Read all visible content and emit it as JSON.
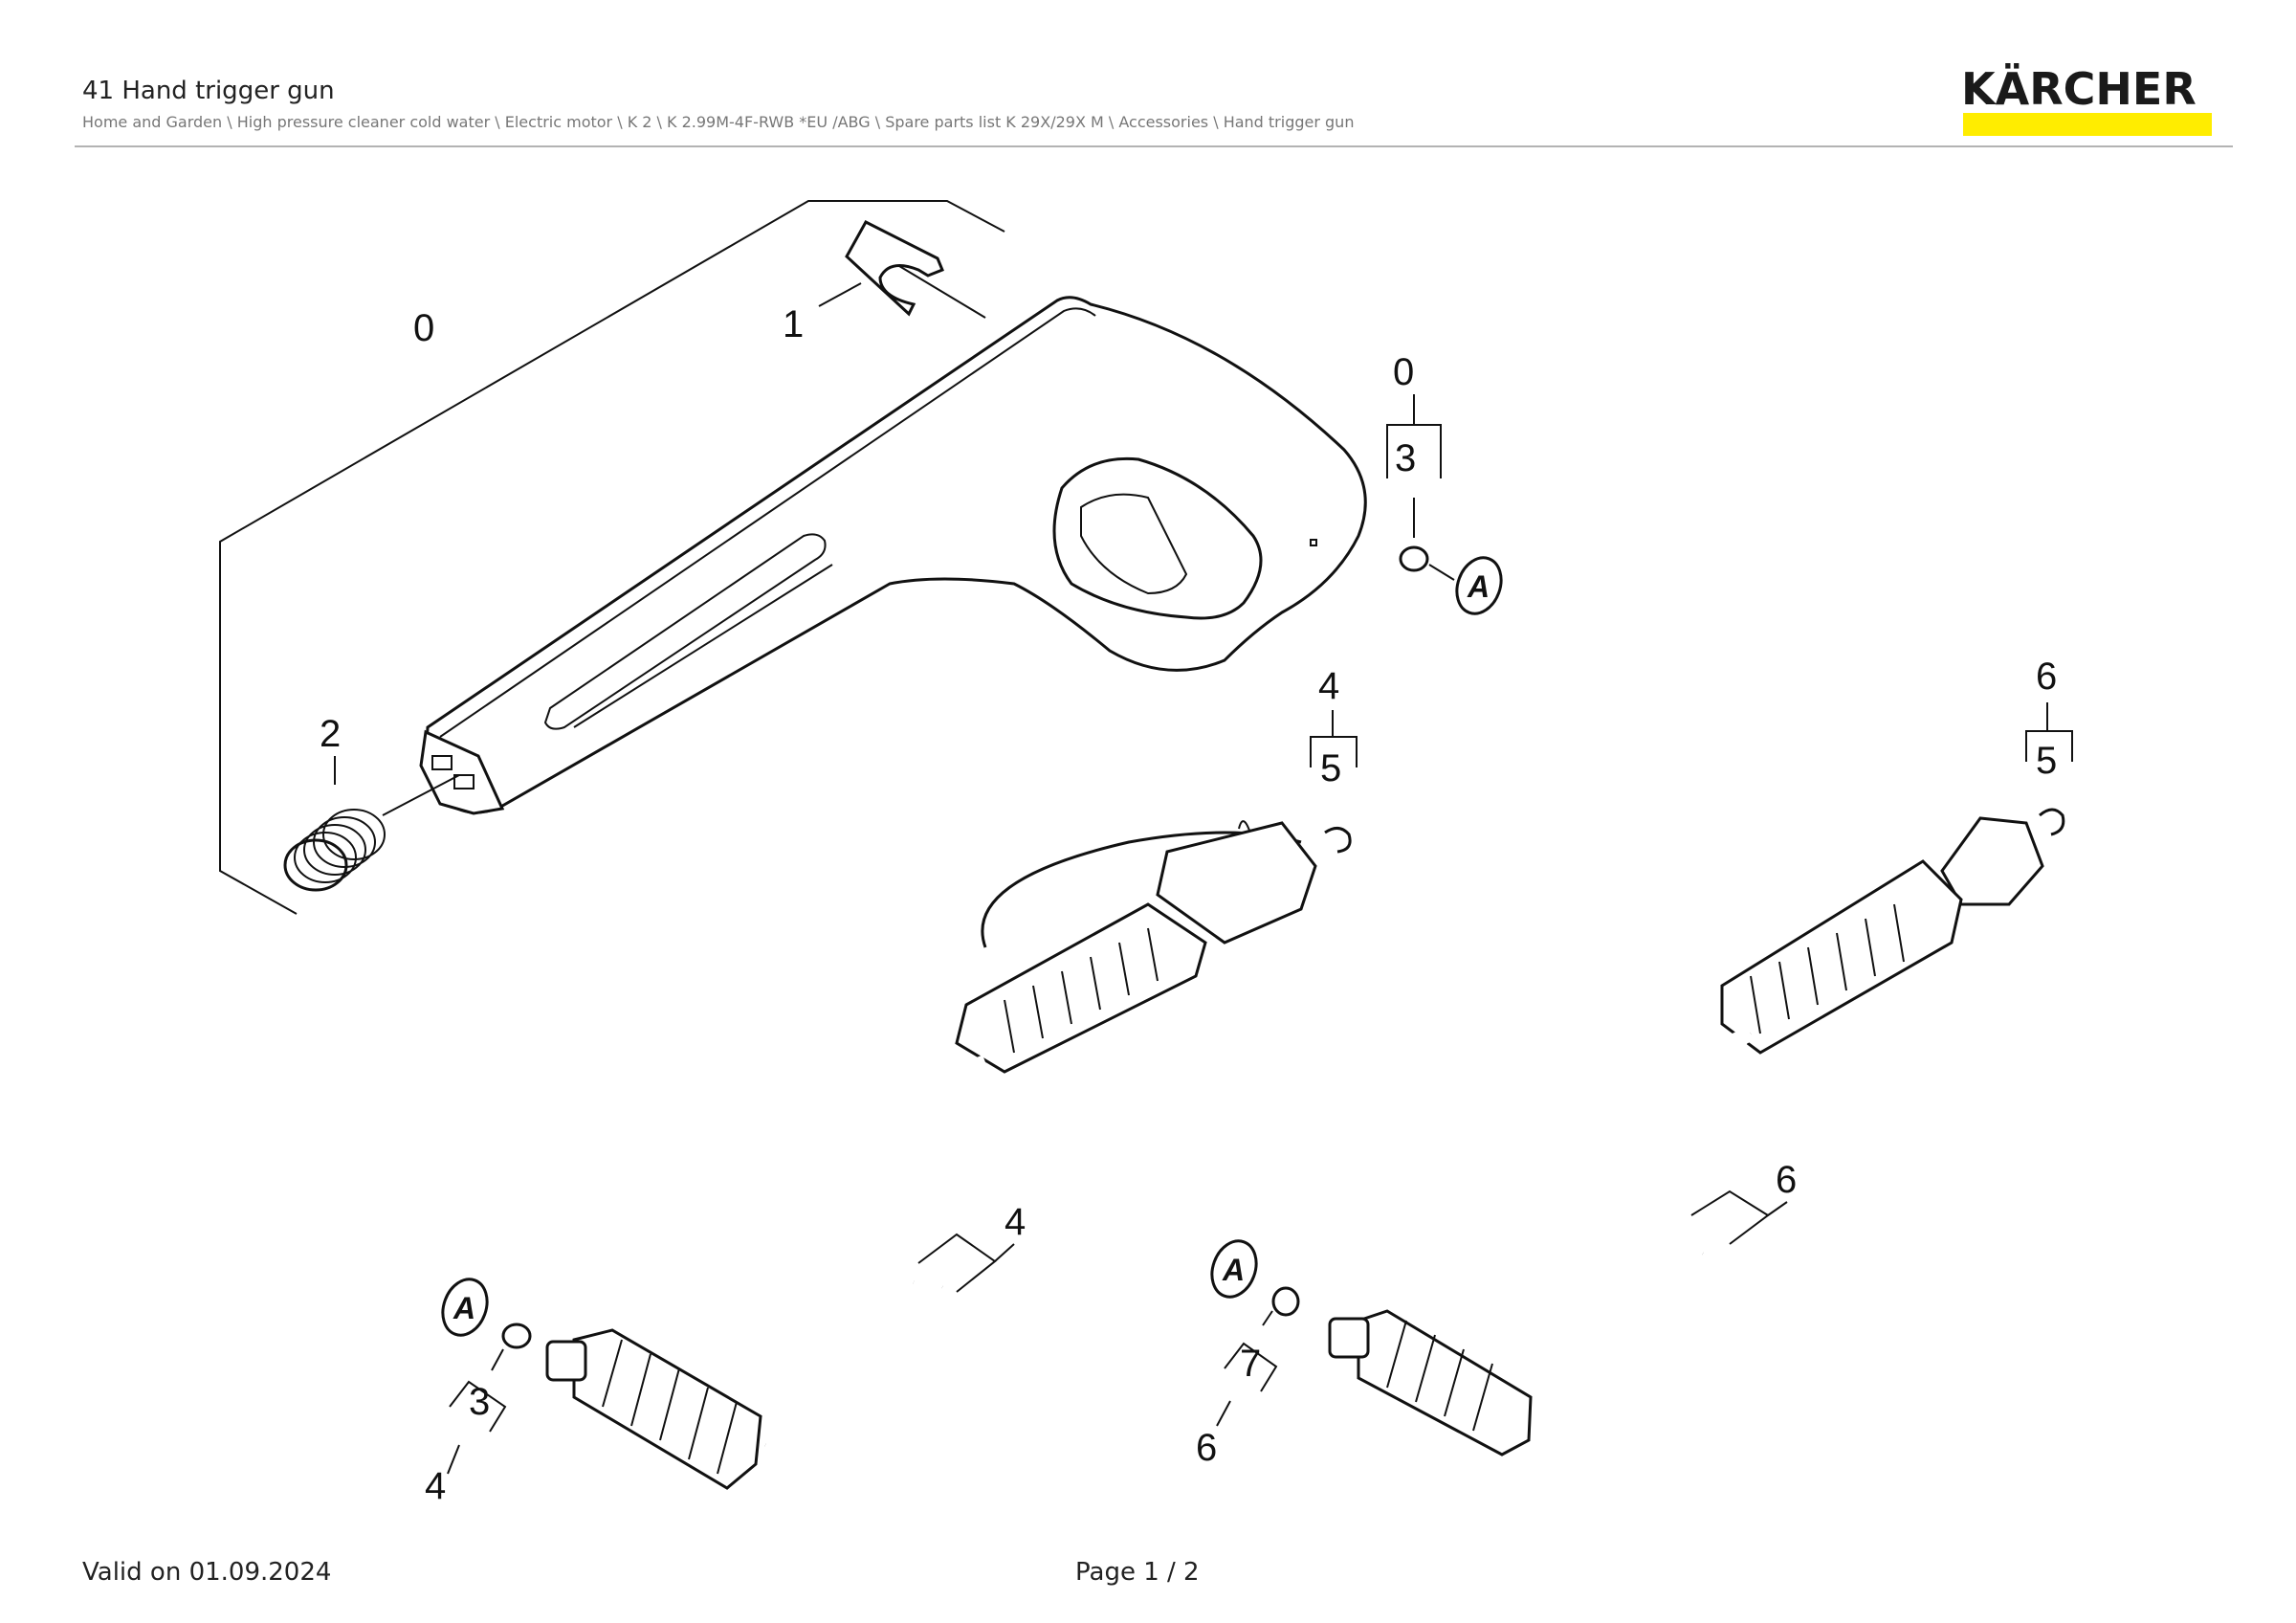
{
  "header": {
    "title": "41 Hand trigger gun",
    "breadcrumb": "Home and Garden \\ High pressure cleaner cold water \\ Electric motor \\ K 2 \\ K 2.99M-4F-RWB *EU /ABG \\ Spare parts list K 29X/29X M \\ Accessories \\ Hand trigger gun"
  },
  "logo": {
    "text": "KÄRCHER",
    "bar_color": "#ffed00"
  },
  "diagram": {
    "callouts": {
      "gun_assembly": "0",
      "clip": "1",
      "spring": "2",
      "oring_top_group": "0",
      "oring_top": "3",
      "hose1_top_group": "4",
      "hose1_top_seal": "5",
      "hose1_mid": "4",
      "hose1_bottom_seal": "3",
      "hose1_bottom_group": "4",
      "hose2_top_group": "6",
      "hose2_top_seal": "5",
      "hose2_mid": "6",
      "hose2_bottom_seal": "7",
      "hose2_bottom_group": "6"
    },
    "reference_marks": {
      "a_top": "A",
      "a_hose1": "A",
      "a_hose2": "A"
    }
  },
  "footer": {
    "valid": "Valid on 01.09.2024",
    "page": "Page 1 / 2"
  }
}
